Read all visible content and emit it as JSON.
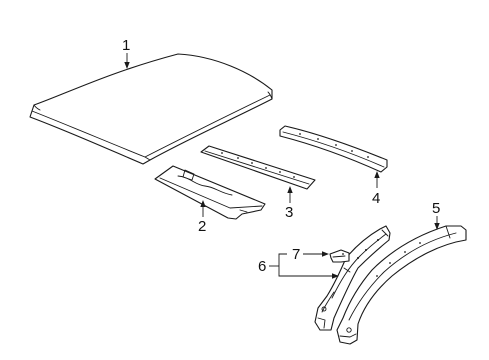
{
  "diagram": {
    "callouts": [
      {
        "id": "1",
        "label": "1"
      },
      {
        "id": "2",
        "label": "2"
      },
      {
        "id": "3",
        "label": "3"
      },
      {
        "id": "4",
        "label": "4"
      },
      {
        "id": "5",
        "label": "5"
      },
      {
        "id": "6",
        "label": "6"
      },
      {
        "id": "7",
        "label": "7"
      }
    ],
    "colors": {
      "line": "#1a1a1a",
      "background": "#ffffff"
    }
  }
}
